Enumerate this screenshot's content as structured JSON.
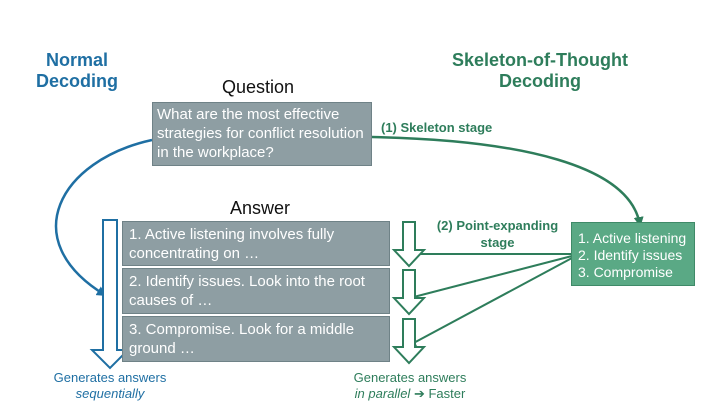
{
  "normal": {
    "title_line1": "Normal",
    "title_line2": "Decoding"
  },
  "skeleton": {
    "title_line1": "Skeleton-of-Thought",
    "title_line2": "Decoding"
  },
  "question": {
    "label": "Question",
    "text": "What are the most effective strategies for conflict resolution in the workplace?"
  },
  "answer": {
    "label": "Answer",
    "items": [
      "1. Active listening involves fully concentrating on …",
      "2. Identify issues. Look into the root causes of …",
      "3. Compromise. Look for a middle ground …"
    ]
  },
  "stages": {
    "skeleton_stage": "(1) Skeleton stage",
    "point_expanding_line1": "(2) Point-expanding",
    "point_expanding_line2": "stage"
  },
  "skeleton_points": [
    "1. Active listening",
    "2. Identify issues",
    "3. Compromise"
  ],
  "captions": {
    "sequential_line1": "Generates answers",
    "sequential_line2": "sequentially",
    "parallel_line1": "Generates answers",
    "parallel_word": "in parallel",
    "parallel_arrow": "➔",
    "parallel_faster": "Faster"
  },
  "colors": {
    "blue": "#1f6fa3",
    "green": "#2e7d5b",
    "gray_box": "#8e9ea3",
    "green_box": "#5aa985"
  }
}
